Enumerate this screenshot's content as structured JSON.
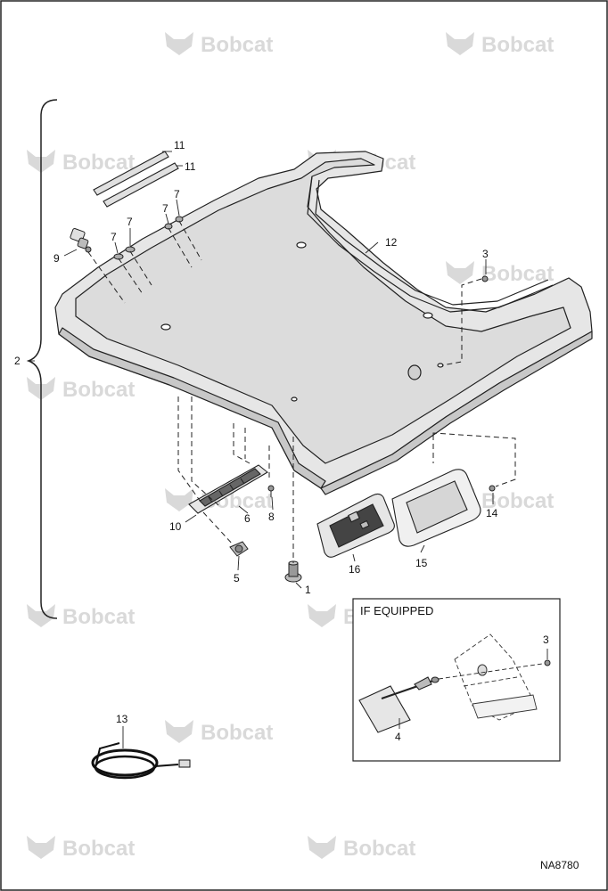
{
  "diagram": {
    "drawing_number": "NA8780",
    "inset_title": "IF EQUIPPED",
    "watermark_text": "Bobcat",
    "callouts": {
      "c1": "1",
      "c2": "2",
      "c3a": "3",
      "c3b": "3",
      "c4": "4",
      "c5": "5",
      "c6": "6",
      "c7a": "7",
      "c7b": "7",
      "c7c": "7",
      "c7d": "7",
      "c8": "8",
      "c9": "9",
      "c10": "10",
      "c11a": "11",
      "c11b": "11",
      "c12": "12",
      "c13": "13",
      "c14": "14",
      "c15": "15",
      "c16": "16"
    },
    "colors": {
      "line": "#222222",
      "panel_fill": "#e6e6e6",
      "panel_shade": "#cfcfcf",
      "watermark": "#d9d9d9"
    }
  }
}
